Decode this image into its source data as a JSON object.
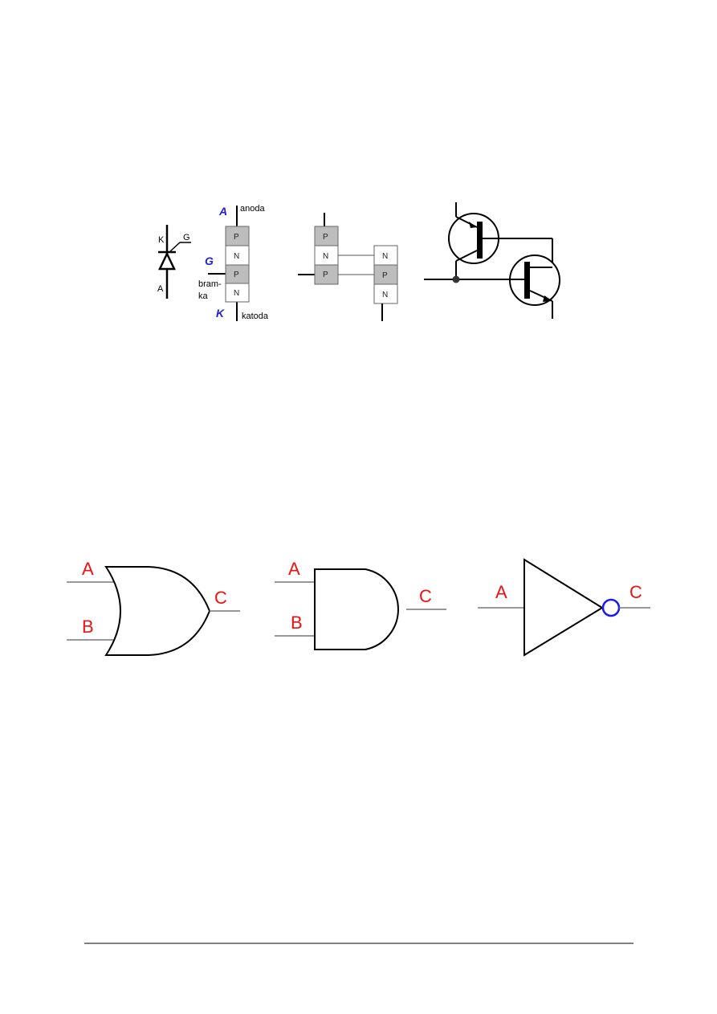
{
  "thyristor_symbol": {
    "k": "K",
    "g": "G",
    "a": "A"
  },
  "pnpn_structure": {
    "anode_letter": "A",
    "anode_label": "anoda",
    "gate_letter": "G",
    "gate_label_1": "bram-",
    "gate_label_2": "ka",
    "cathode_letter": "K",
    "cathode_label": "katoda",
    "layers": [
      "P",
      "N",
      "P",
      "N"
    ]
  },
  "split_model": {
    "left_layers": [
      "P",
      "N",
      "P"
    ],
    "right_layers": [
      "N",
      "P",
      "N"
    ]
  },
  "gates": {
    "or": {
      "in1": "A",
      "in2": "B",
      "out": "C"
    },
    "and": {
      "in1": "A",
      "in2": "B",
      "out": "C"
    },
    "not": {
      "in1": "A",
      "out": "C"
    }
  },
  "colors": {
    "label_red": "#ee1111",
    "label_blue": "#2222cc",
    "bubble": "#1a1aee",
    "layer_p": "#bdbdbd",
    "layer_n": "#ffffff"
  }
}
